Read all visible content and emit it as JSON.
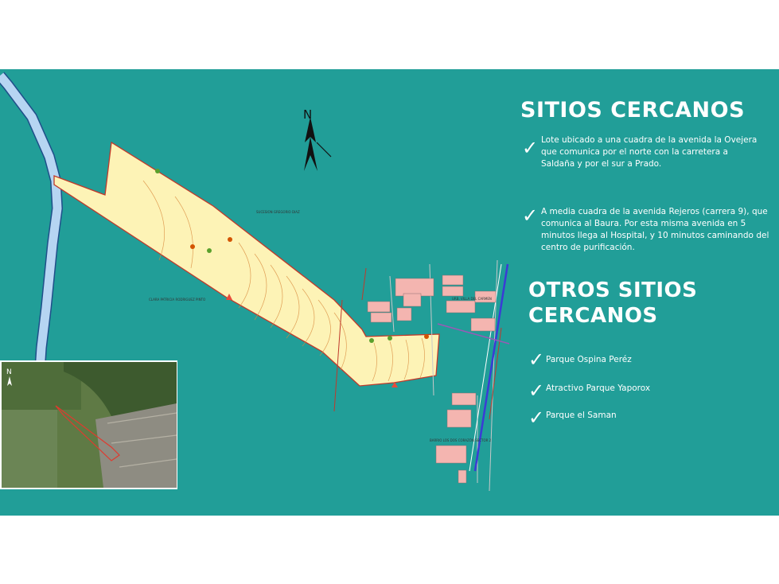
{
  "near_sites": {
    "title": "SITIOS CERCANOS",
    "items": [
      {
        "text": "Lote  ubicado a una cuadra de la avenida la Ovejera que comunica por el norte con la carretera a Saldaña y por el sur a Prado."
      },
      {
        "text": "A media cuadra de la avenida Rejeros (carrera 9), que comunica al Baura. Por esta misma avenida en 5 minutos llega al Hospital, y 10 minutos caminando del centro de purificación."
      }
    ]
  },
  "other_sites": {
    "title": "OTROS SITIOS CERCANOS",
    "items": [
      "Parque Ospina Peréz",
      "Atractivo Parque Yaporox",
      "Parque el Saman"
    ]
  },
  "compass": {
    "label": "N"
  },
  "inset_compass": {
    "label": "N"
  },
  "map_labels": {
    "owner_top": "SUCESION GREGORIO DIAZ",
    "owner_left": "CLARA PATRICIA RODRIGUEZ PINTO",
    "urban": "URB. VILLA DEL CARMEN",
    "sector": "BARRIO LOS DOS CORAZÓN SECTOR 2"
  },
  "colors": {
    "background": "#219e98",
    "lot_fill": "#fdf3b6",
    "river": "#b6d5f2",
    "building": "#f4b5b0",
    "boundary": "#c0392b"
  }
}
